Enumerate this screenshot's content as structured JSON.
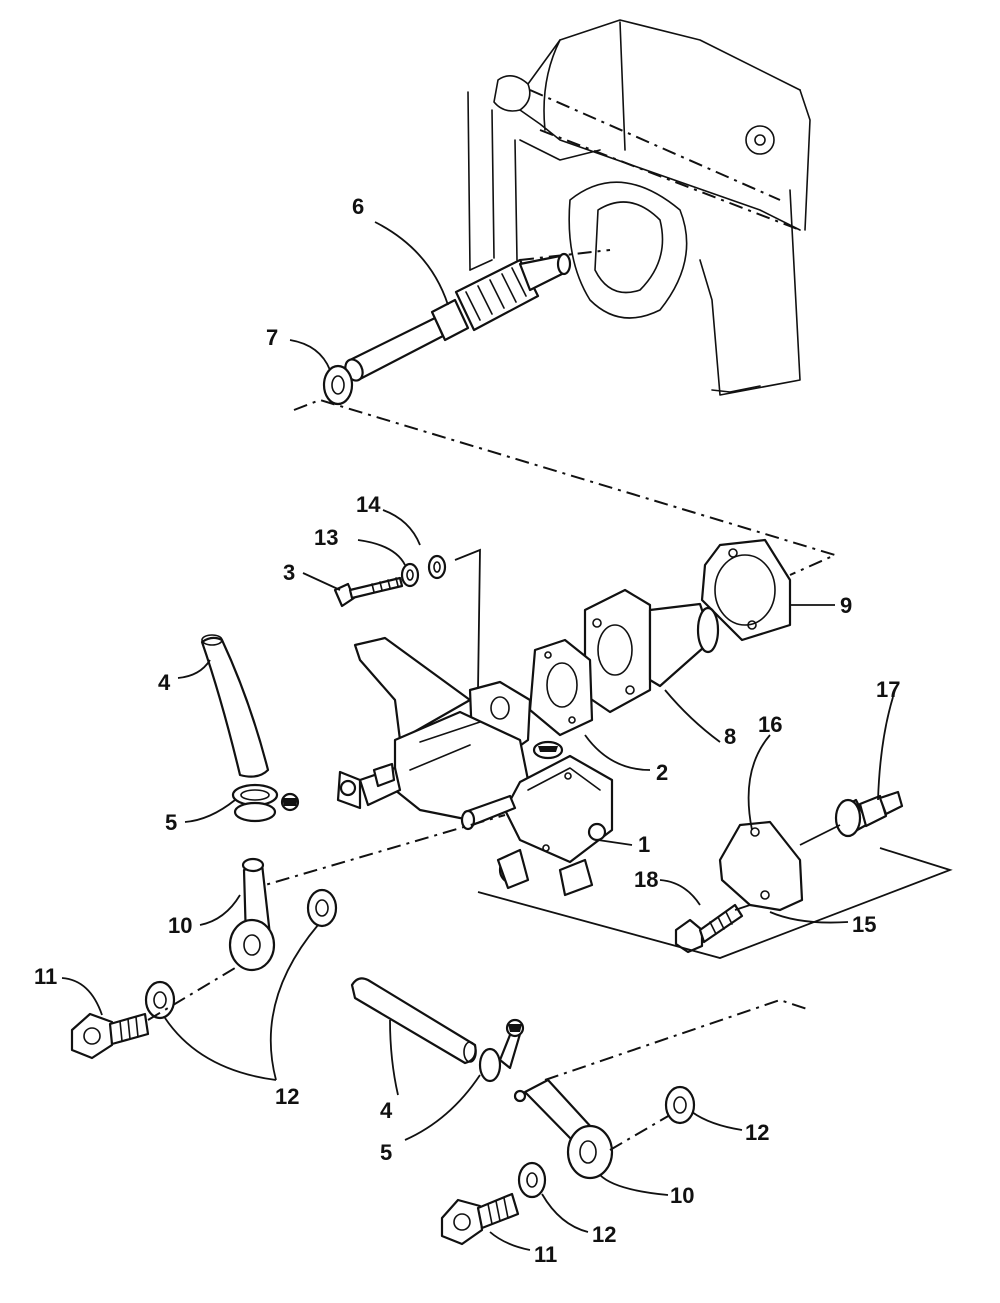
{
  "diagram": {
    "callouts": {
      "c1": "1",
      "c2": "2",
      "c3": "3",
      "c4a": "4",
      "c4b": "4",
      "c5a": "5",
      "c5b": "5",
      "c6": "6",
      "c7": "7",
      "c8": "8",
      "c9": "9",
      "c10a": "10",
      "c10b": "10",
      "c11a": "11",
      "c11b": "11",
      "c12a": "12",
      "c12b": "12",
      "c12c": "12",
      "c13": "13",
      "c14": "14",
      "c15": "15",
      "c16": "16",
      "c17": "17",
      "c18": "18"
    },
    "line_color": "#111111",
    "background": "#ffffff"
  }
}
